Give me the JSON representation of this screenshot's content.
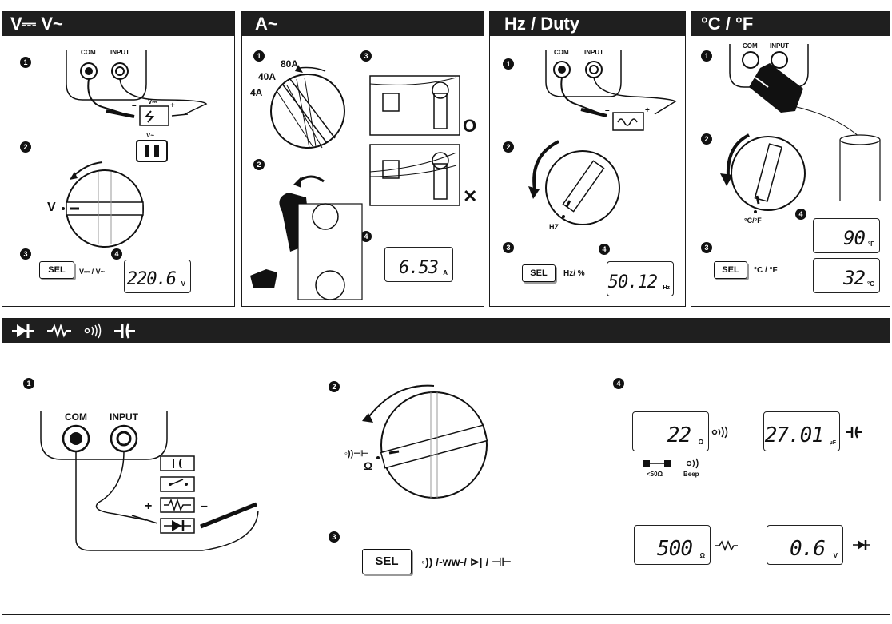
{
  "panels": {
    "volt": {
      "title": "V⎓ V~",
      "steps": [
        "1",
        "2",
        "3",
        "4"
      ],
      "com": "COM",
      "input": "INPUT",
      "minus": "–",
      "plus": "+",
      "dc_symbol": "V⎓",
      "ac_symbol": "V~",
      "dial_label": "V",
      "sel": "SEL",
      "mode_text": "V⎓ / V~",
      "reading": "220.6",
      "unit": "V"
    },
    "amp": {
      "title": "A~",
      "steps": [
        "1",
        "2",
        "3",
        "4"
      ],
      "range_80": "80A",
      "range_40": "40A",
      "range_4": "4A",
      "correct": "O",
      "wrong": "✕",
      "reading": "6.53",
      "unit": "A"
    },
    "hz": {
      "title": "Hz / Duty",
      "steps": [
        "1",
        "2",
        "3",
        "4"
      ],
      "com": "COM",
      "input": "INPUT",
      "minus": "–",
      "plus": "+",
      "dial_label": "HZ",
      "sel": "SEL",
      "mode_text": "Hz/ %",
      "reading": "50.12",
      "unit": "Hz"
    },
    "temp": {
      "title": "°C / °F",
      "steps": [
        "1",
        "2",
        "3",
        "4"
      ],
      "com": "COM",
      "input": "INPUT",
      "dial_label": "°C/°F",
      "sel": "SEL",
      "mode_text": "°C / °F",
      "reading_f": "90",
      "unit_f": "°F",
      "reading_c": "32",
      "unit_c": "°C"
    }
  },
  "bottom": {
    "title_icons": [
      "diode-icon",
      "resistor-icon",
      "continuity-icon",
      "capacitor-icon"
    ],
    "steps": [
      "1",
      "2",
      "3",
      "4"
    ],
    "com": "COM",
    "input": "INPUT",
    "plus": "+",
    "minus": "–",
    "dial_label_top": "◦))⊣⊢",
    "dial_label_bottom": "Ω",
    "sel": "SEL",
    "mode_text": "◦)) /-ᴡᴡ-/ ⊳| / ⊣⊢",
    "lcd_continuity": {
      "value": "22",
      "unit": "Ω"
    },
    "lcd_capacitance": {
      "value": "27.01",
      "unit": "µF"
    },
    "lcd_resistance": {
      "value": "500",
      "unit": "Ω"
    },
    "lcd_diode": {
      "value": "0.6",
      "unit": "V"
    },
    "legend_short": "<50Ω",
    "legend_beep": "Beep"
  }
}
